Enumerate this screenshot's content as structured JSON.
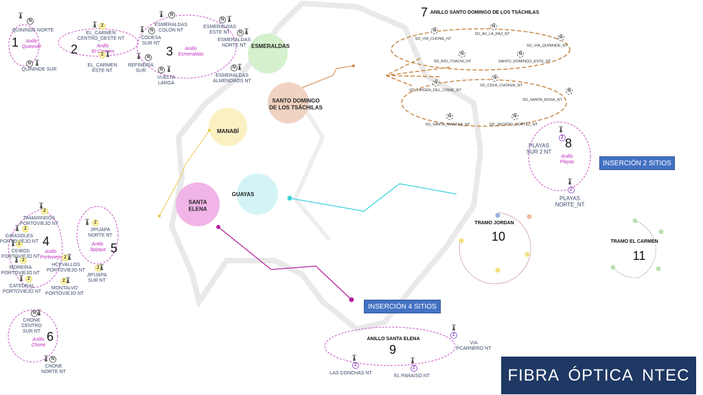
{
  "provinces": {
    "esmeraldas": "ESMERALDAS",
    "santo_domingo": "SANTO DOMINGO\nDE LOS TSÁCHILAS",
    "manabi": "MANABÍ",
    "guayas": "GUAYAS",
    "santa_elena": "SANTA\nELENA"
  },
  "rings": [
    {
      "number": "1",
      "name": "Anillo\nQuinindé",
      "badge": "N",
      "sites": [
        "QUININDE NORTE",
        "QUININDE SUR"
      ]
    },
    {
      "number": "2",
      "name": "Anillo\nEl Carmen",
      "badge": "Z",
      "sites": [
        "EL_CARMEN\nCENTRO_OESTE NT",
        "EL_CARMEN\nESTE NT"
      ]
    },
    {
      "number": "3",
      "name": "Anillo\nEsmeraldas",
      "badge": "N",
      "sites": [
        "ESMERALDAS\nCOLON NT",
        "CODESA\nSUR NT",
        "REFINERÍA\nSUR",
        "VUELTA\nLARGA",
        "ESMERALDAS\nESTE NT",
        "ESMERALDAS\nNORTE NT",
        "ESMERALDAS\nALMENDROS NT"
      ]
    },
    {
      "number": "4",
      "name": "Anillo\nPortoviejo",
      "badge": "Z",
      "sites": [
        "TAMARINDOS\nPORTOVIEJO NT",
        "GIRASOLES\nPORTOVIEJO NT",
        "CEIBOS\nPORTOVIEJO NT",
        "MOREIRA\nPORTOVIEJO NT",
        "CATEDRAL\nPORTOVIEJO NT",
        "MONTALVO\nPORTOVIEJO NT",
        "HCEVALLOS\nPORTOVIEJO NT"
      ]
    },
    {
      "number": "5",
      "name": "Anillo\nJipijapa",
      "badge": "Z",
      "sites": [
        "JIPIJAPA\nNORTE NT",
        "JIPIJAPA\nSUR NT"
      ]
    },
    {
      "number": "6",
      "name": "Anillo\nChone",
      "badge": "N",
      "sites": [
        "CHONE\nCENTRO\nSUR NT",
        "CHONE\nNORTE NT"
      ]
    },
    {
      "number": "7",
      "title": "ANILLO SANTO DOMINGO DE LOS TSÁCHILAS",
      "badge": "N",
      "sites": [
        "SD_VIA_CHONE_NT",
        "SD_AV_LA_PAZ_NT",
        "SD_VIA_QUININDE_NT",
        "SD_RIO_TOACHI_NT",
        "SANTO_DOMINGO_ESTE_NT",
        "SD_VIRGEN_DEL_CISNE_NT",
        "SD_CDLA_CHOFER_NT",
        "SD_SANTA_ROSA_NT",
        "SD_SANTA_MARTHA_NT",
        "SD_JACINTO_CORTEZ_NT"
      ]
    },
    {
      "number": "8",
      "name": "Anillo\nPlayas",
      "badge": "Z",
      "sites": [
        "PLAYAS\nSUR 2 NT",
        "PLAYAS\nNORTE_NT"
      ]
    },
    {
      "number": "9",
      "title": "ANILLO SANTA ELENA",
      "badge": "Z",
      "sites": [
        "VIA\nPCARNERO NT",
        "LAS CONCHAS NT",
        "EL PARAISO NT"
      ]
    },
    {
      "number": "10",
      "title": "TRAMO JORDAN"
    },
    {
      "number": "11",
      "title": "TRAMO EL CARMEN"
    }
  ],
  "insertions": {
    "two": "INSERCIÓN 2 SITIOS",
    "four": "INSERCIÓN 4 SITIOS"
  },
  "brand": "FIBRA ÓPTICA NTEC",
  "colors": {
    "ring": "#c94fc4",
    "sd_ring": "#c98a4a",
    "banner": "#1f3864",
    "button": "#4472c4"
  }
}
